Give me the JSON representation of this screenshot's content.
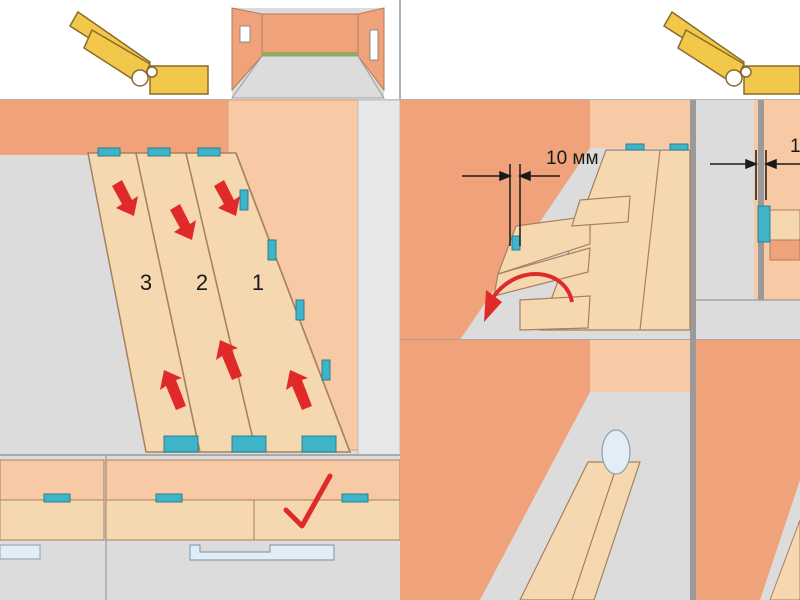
{
  "row_labels": [
    "3",
    "2",
    "1"
  ],
  "gap_label": "10 мм",
  "gap_label_cut": "1",
  "colors": {
    "wall": "#f0a27a",
    "wall_light": "#f7c9a4",
    "floor": "#dcdcdc",
    "plank": "#f5d8b0",
    "plank_edge": "#c49a6c",
    "clip": "#3fb4c9",
    "arrow": "#e02a2a",
    "check": "#e02a2a",
    "lock": "#f2c84b"
  },
  "icons": [
    "lock-profile-icon",
    "room-icon",
    "arrow-icon",
    "rotate-arrow-icon",
    "check-icon",
    "dimension-line-icon"
  ]
}
